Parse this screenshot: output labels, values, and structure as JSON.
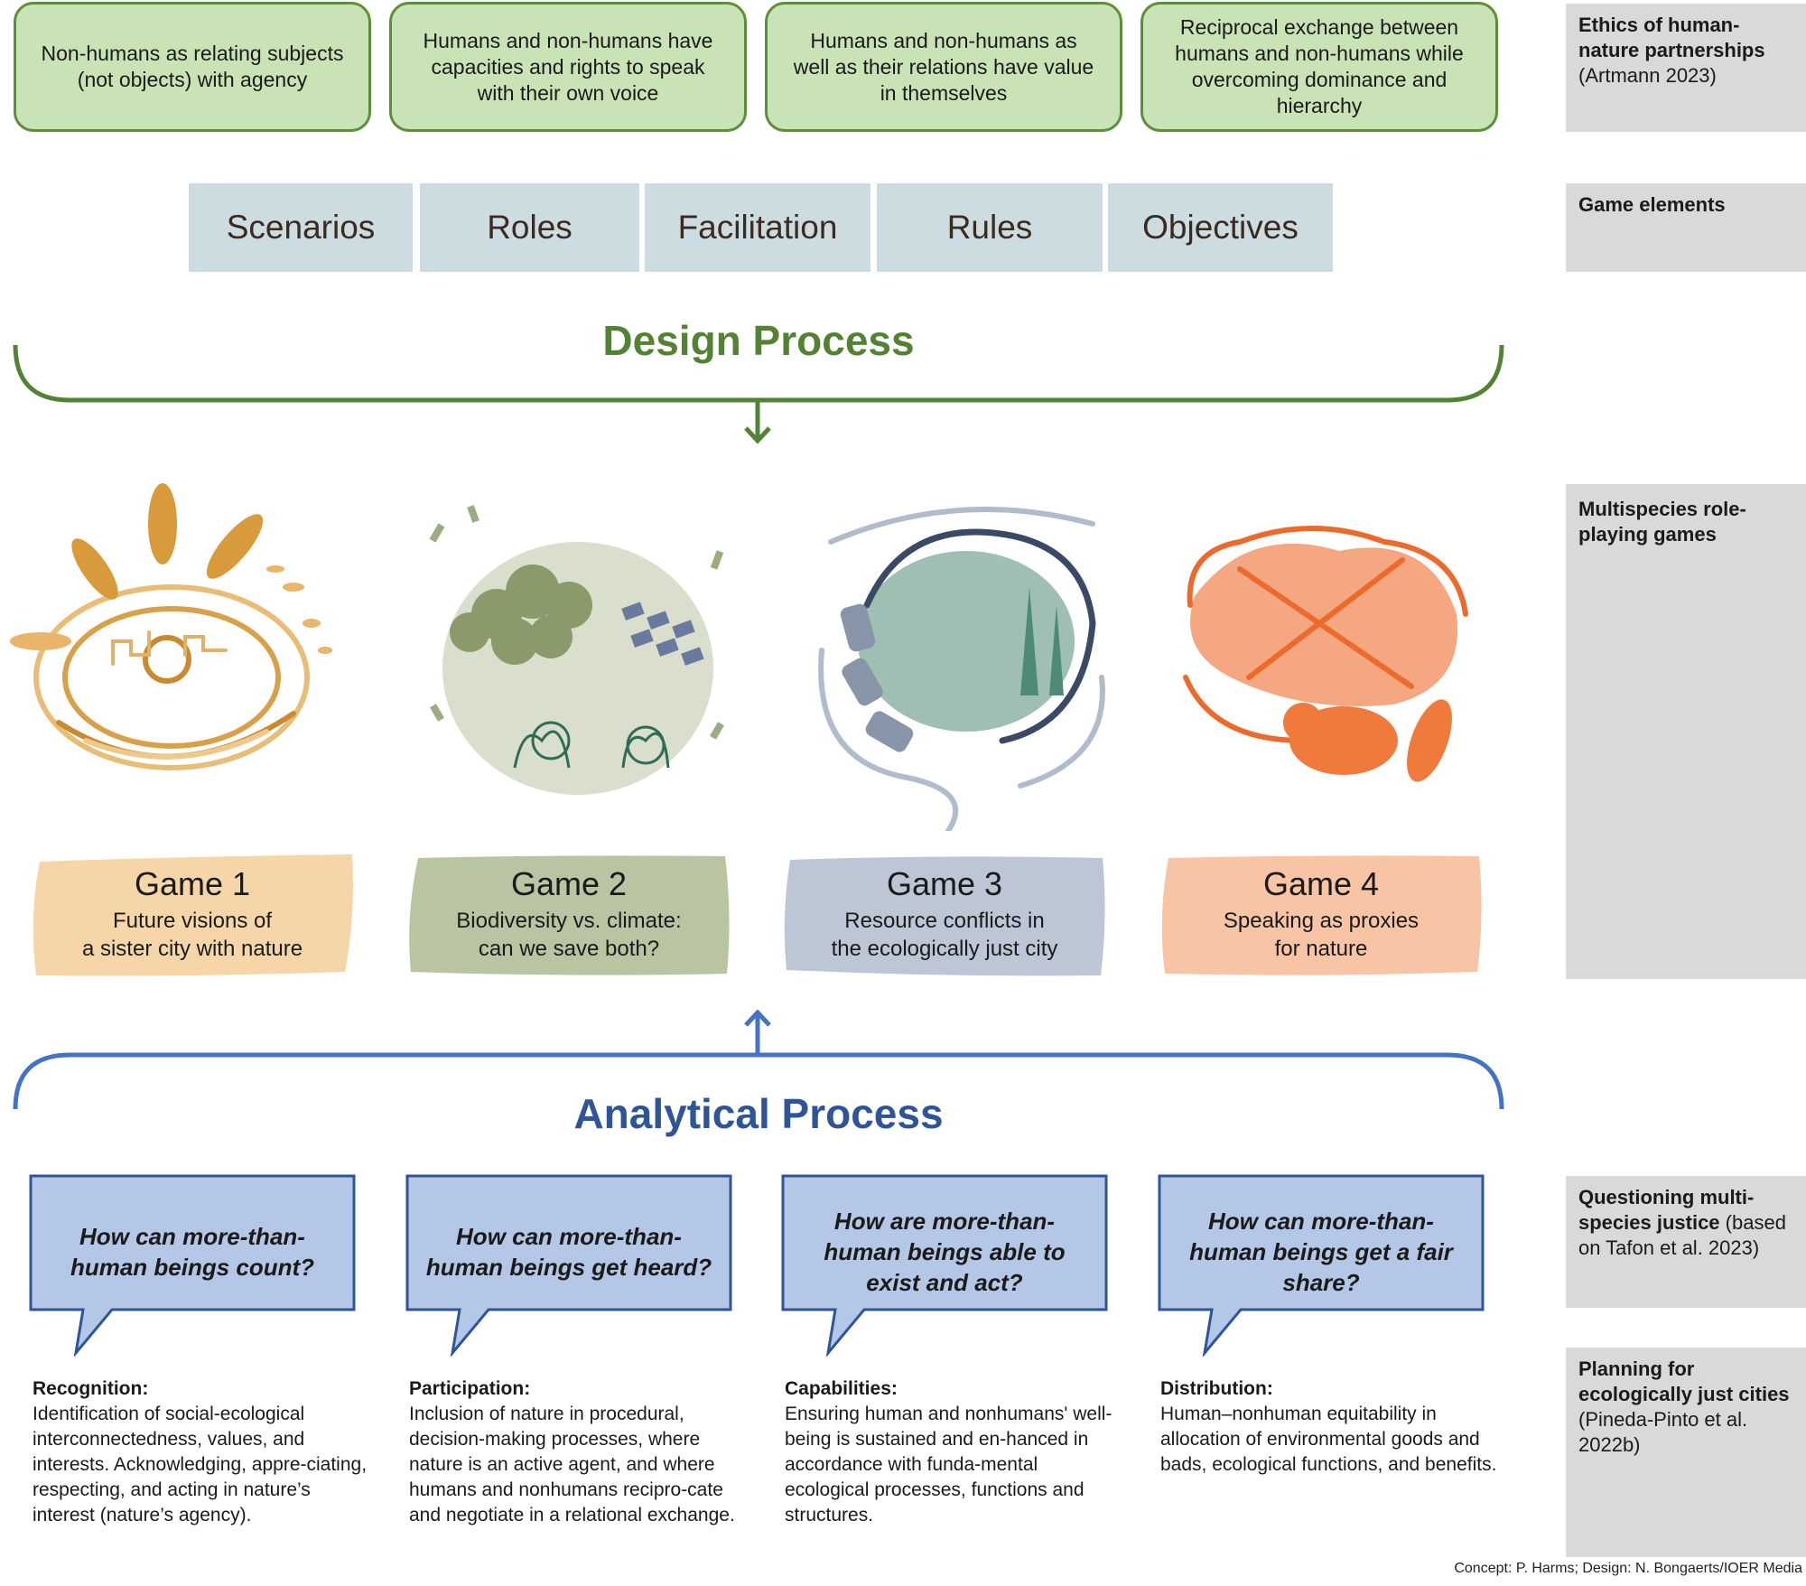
{
  "ethics": {
    "boxes": [
      "Non-humans as relating subjects (not objects) with agency",
      "Humans and non-humans have capacities and rights to speak with their own voice",
      "Humans and non-humans as well as their relations have value in themselves",
      "Reciprocal exchange between humans and non-humans while overcoming dominance and hierarchy"
    ],
    "label_bold": "Ethics of human-nature partnerships",
    "label_rest": "(Artmann 2023)"
  },
  "game_elements": {
    "items": [
      "Scenarios",
      "Roles",
      "Facilitation",
      "Rules",
      "Objectives"
    ],
    "label": "Game elements"
  },
  "design_process": {
    "title": "Design Process",
    "color": "#548235"
  },
  "games": {
    "label": "Multispecies role-playing games",
    "cards": [
      {
        "title": "Game 1",
        "subtitle_line1": "Future visions of",
        "subtitle_line2": "a sister city with nature",
        "color": "#f6d6a8",
        "icon": "sun-wheat-city-illustration"
      },
      {
        "title": "Game 2",
        "subtitle_line1": "Biodiversity vs. climate:",
        "subtitle_line2": "can we save both?",
        "color": "#b8c4a2",
        "icon": "forest-solar-animals-illustration"
      },
      {
        "title": "Game 3",
        "subtitle_line1": "Resource conflicts in",
        "subtitle_line2": "the ecologically just city",
        "color": "#bcc6d4",
        "icon": "pond-pipe-water-illustration"
      },
      {
        "title": "Game 4",
        "subtitle_line1": "Speaking as proxies",
        "subtitle_line2": "for nature",
        "color": "#f7c4a5",
        "icon": "beaver-crossed-wood-illustration"
      }
    ]
  },
  "analytical_process": {
    "title": "Analytical Process",
    "color": "#2f5597"
  },
  "questions": {
    "label_bold": "Questioning multi-species justice",
    "label_rest": "(based on Tafon et al. 2023)",
    "items": [
      "How can more-than-human beings count?",
      "How can more-than-human beings get heard?",
      "How are more-than-human beings able to exist and act?",
      "How can more-than-human beings get a fair share?"
    ]
  },
  "planning": {
    "label_bold": "Planning for ecologically just cities",
    "label_rest": "(Pineda-Pinto et al. 2022b)",
    "items": [
      {
        "heading": "Recognition:",
        "text": "Identification of social-ecological interconnectedness, values, and interests. Acknowledging, appre-ciating, respecting, and acting in nature’s interest (nature’s agency)."
      },
      {
        "heading": "Participation:",
        "text": "Inclusion of nature in procedural, decision-making processes, where nature is an active agent, and where humans and nonhumans recipro-cate and negotiate in a relational exchange."
      },
      {
        "heading": "Capabilities:",
        "text": "Ensuring human and nonhumans' well-being is sustained and en-hanced in accordance with funda-mental ecological processes, functions and structures."
      },
      {
        "heading": "Distribution:",
        "text": "Human–nonhuman equitability in allocation of environmental goods and bads, ecological functions, and benefits."
      }
    ]
  },
  "credit": "Concept: P. Harms; Design: N. Bongaerts/IOER Media"
}
